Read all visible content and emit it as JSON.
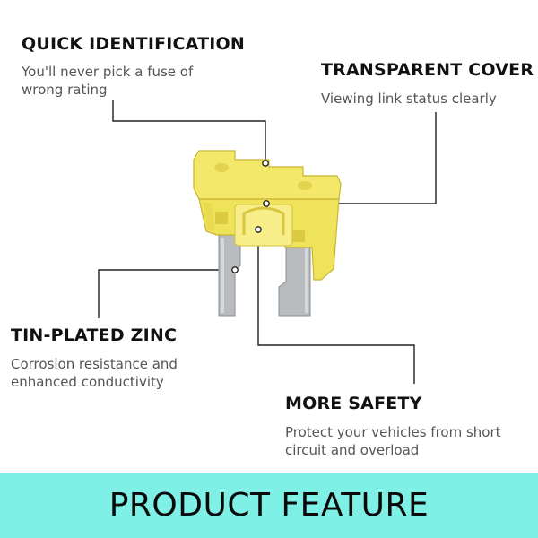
{
  "features": {
    "quick": {
      "title": "QUICK IDENTIFICATION",
      "line1": "You'll never pick a fuse of",
      "line2": "wrong rating"
    },
    "cover": {
      "title": "TRANSPARENT COVER",
      "line1": "Viewing link status clearly"
    },
    "tin": {
      "title": "TIN-PLATED ZINC",
      "line1": "Corrosion resistance and",
      "line2": "enhanced conductivity"
    },
    "safety": {
      "title": "MORE SAFETY",
      "line1": "Protect your vehicles from short",
      "line2": "circuit and overload"
    }
  },
  "banner": {
    "title": "PRODUCT FEATURE"
  },
  "colors": {
    "fuse_body": "#f3e86a",
    "fuse_edge": "#c9b530",
    "terminal": "#b9bcbf",
    "leader": "#222222",
    "banner_bg": "#7ff0e6"
  }
}
